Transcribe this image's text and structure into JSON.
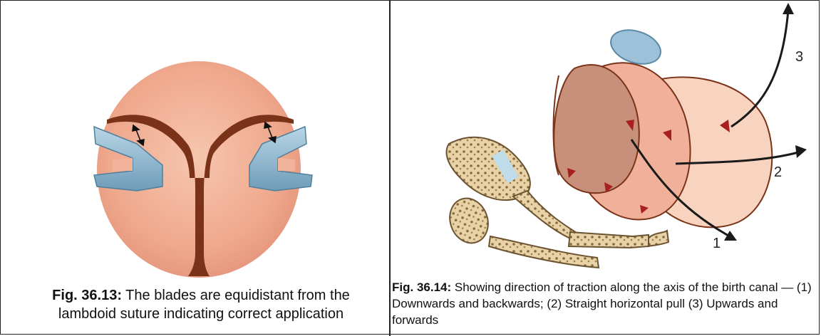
{
  "left_figure": {
    "label": "Fig. 36.13:",
    "caption": " The blades are equidistant from the lambdoid suture indicating correct application"
  },
  "right_figure": {
    "label": "Fig. 36.14:",
    "caption": " Showing direction of traction along the axis of the birth canal — (1) Downwards and backwards; (2) Straight horizontal pull (3) Upwards and forwards",
    "arrow_labels": [
      "1",
      "2",
      "3"
    ]
  },
  "colors": {
    "skin": "#F2B39B",
    "suture": "#7A3318",
    "blade": "#8FB8D0",
    "head_shadow": "#C98F75",
    "bone": "#E8D2A8"
  }
}
